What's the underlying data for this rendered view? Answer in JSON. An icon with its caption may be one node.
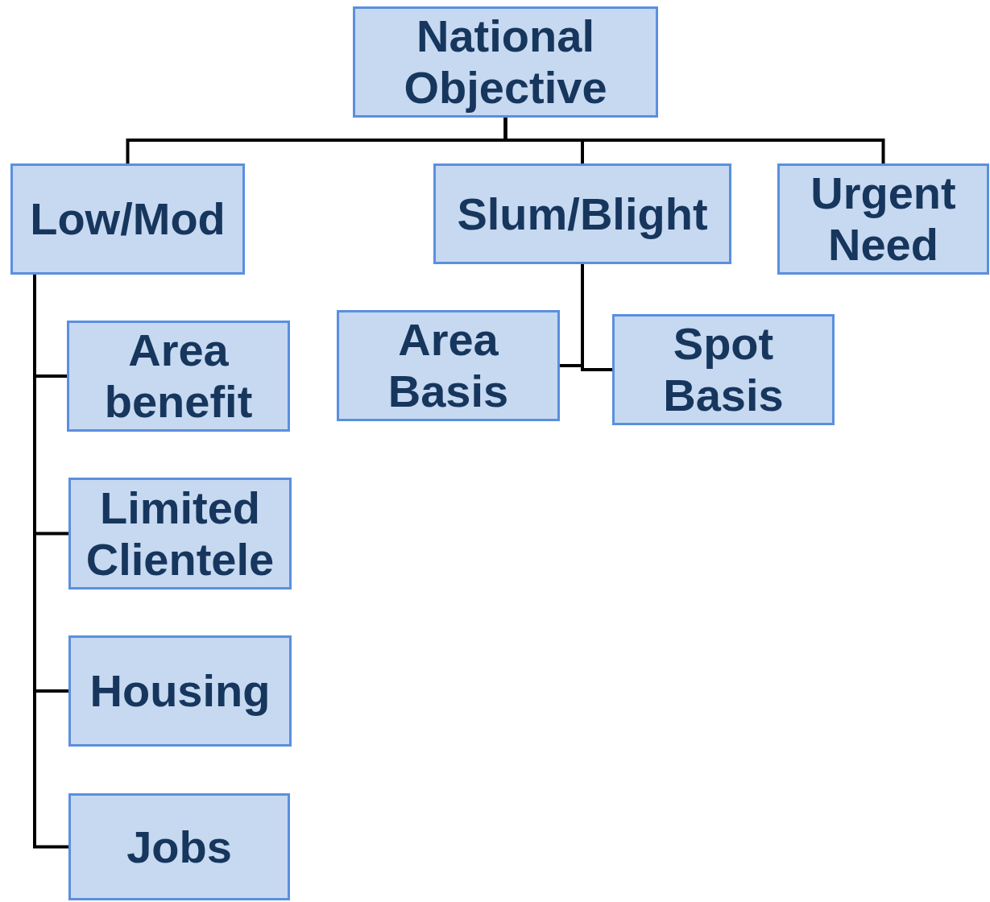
{
  "diagram": {
    "nodes": [
      {
        "text": [
          "National Objective"
        ]
      },
      {
        "text": [
          "Low/Mod"
        ]
      },
      {
        "text": [
          "Slum/Blight"
        ]
      },
      {
        "text": [
          "Urgent Need"
        ]
      },
      {
        "text": [
          "Area benefit"
        ]
      },
      {
        "text": [
          "Limited Clientele"
        ]
      },
      {
        "text": [
          "Housing"
        ]
      },
      {
        "text": [
          "Jobs"
        ]
      },
      {
        "text": [
          "Area Basis"
        ]
      },
      {
        "text": [
          "Spot Basis"
        ]
      }
    ],
    "edges": [
      {
        "from": 0,
        "to": 1,
        "arrow": "none"
      },
      {
        "from": 0,
        "to": 2,
        "arrow": "none"
      },
      {
        "from": 0,
        "to": 3,
        "arrow": "none"
      },
      {
        "from": 1,
        "to": 4,
        "arrow": "none"
      },
      {
        "from": 1,
        "to": 5,
        "arrow": "none"
      },
      {
        "from": 1,
        "to": 6,
        "arrow": "none"
      },
      {
        "from": 1,
        "to": 7,
        "arrow": "none"
      },
      {
        "from": 2,
        "to": 8,
        "arrow": "none"
      },
      {
        "from": 2,
        "to": 9,
        "arrow": "none"
      }
    ]
  }
}
